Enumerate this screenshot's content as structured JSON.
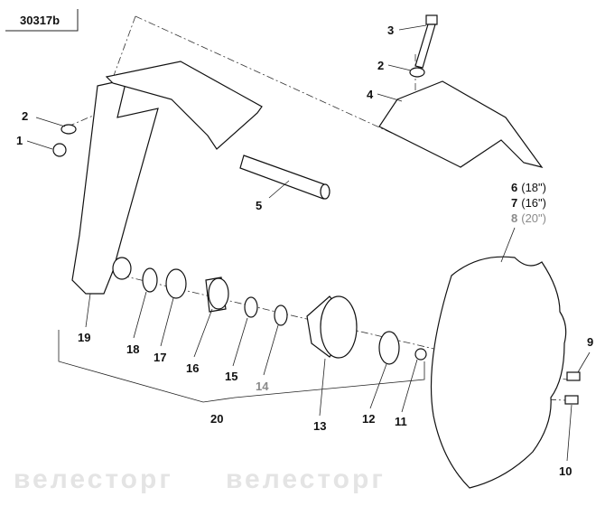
{
  "drawing_number": "30317b",
  "watermark": "велесторг",
  "callouts": {
    "c1": "1",
    "c2a": "2",
    "c2b": "2",
    "c3": "3",
    "c4": "4",
    "c5": "5",
    "c6": "6",
    "c6_size": "(18\")",
    "c7": "7",
    "c7_size": "(16\")",
    "c8": "8",
    "c8_size": "(20\")",
    "c9": "9",
    "c10": "10",
    "c11": "11",
    "c12": "12",
    "c13": "13",
    "c14": "14",
    "c15": "15",
    "c16": "16",
    "c17": "17",
    "c18": "18",
    "c19": "19",
    "c20": "20"
  }
}
